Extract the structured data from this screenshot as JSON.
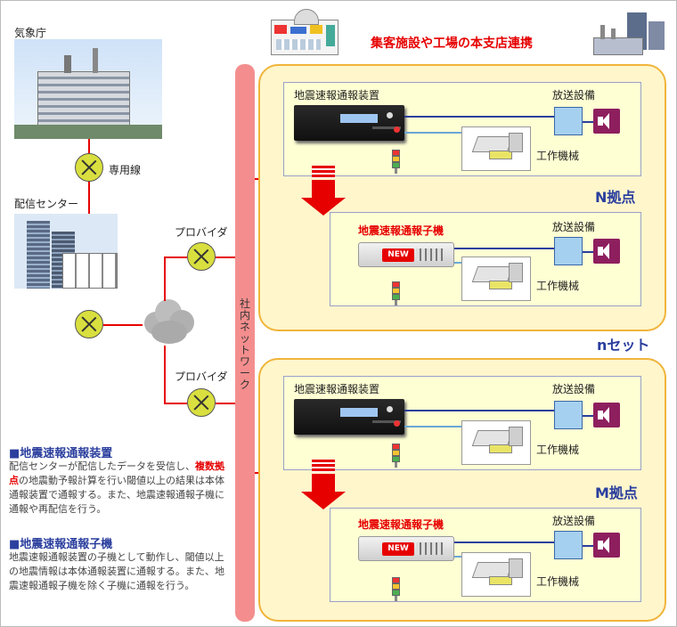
{
  "header": {
    "title": "集客施設や工場の本支店連携"
  },
  "left": {
    "jma_label": "気象庁",
    "leased_line_label": "専用線",
    "center_label": "配信センター",
    "provider_top_label": "プロバイダ",
    "provider_bottom_label": "プロバイダ"
  },
  "network": {
    "label": "社内ネットワーク"
  },
  "site_n": {
    "base_label": "N拠点",
    "main_device_label": "地震速報通報装置",
    "main_broadcast_label": "放送設備",
    "main_machine_label": "工作機械",
    "child_device_label": "地震速報通報子機",
    "child_new_badge": "NEW",
    "child_broadcast_label": "放送設備",
    "child_machine_label": "工作機械"
  },
  "n_set_label": "nセット",
  "site_m": {
    "base_label": "M拠点",
    "main_device_label": "地震速報通報装置",
    "main_broadcast_label": "放送設備",
    "main_machine_label": "工作機械",
    "child_device_label": "地震速報通報子機",
    "child_new_badge": "NEW",
    "child_broadcast_label": "放送設備",
    "child_machine_label": "工作機械"
  },
  "desc_main": {
    "heading": "■地震速報通報装置",
    "text_before": "配信センターが配信したデータを受信し、",
    "text_highlight": "複数拠点",
    "text_after": "の地震動予報計算を行い閾値以上の結果は本体通報装置で通報する。また、地震速報通報子機に通報や再配信を行う。"
  },
  "desc_child": {
    "heading": "■地震速報通報子機",
    "text": "地震速報通報装置の子機として動作し、閾値以上の地震情報は本体通報装置に通報する。また、地震速報通報子機を除く子機に通報を行う。"
  },
  "colors": {
    "accent_red": "#e60000",
    "accent_blue": "#2b3f9e",
    "panel_fill": "#fff6cc",
    "panel_border": "#f0b43a",
    "network_bar": "#f48e8e"
  },
  "icons": [
    "building-icon",
    "data-center-icon",
    "router-icon",
    "cloud-icon",
    "factory-icon",
    "shopping-facility-icon",
    "alarm-device-icon",
    "speaker-icon",
    "broadcast-equipment-icon",
    "machine-tool-icon",
    "signal-tower-icon",
    "down-arrow-icon"
  ]
}
